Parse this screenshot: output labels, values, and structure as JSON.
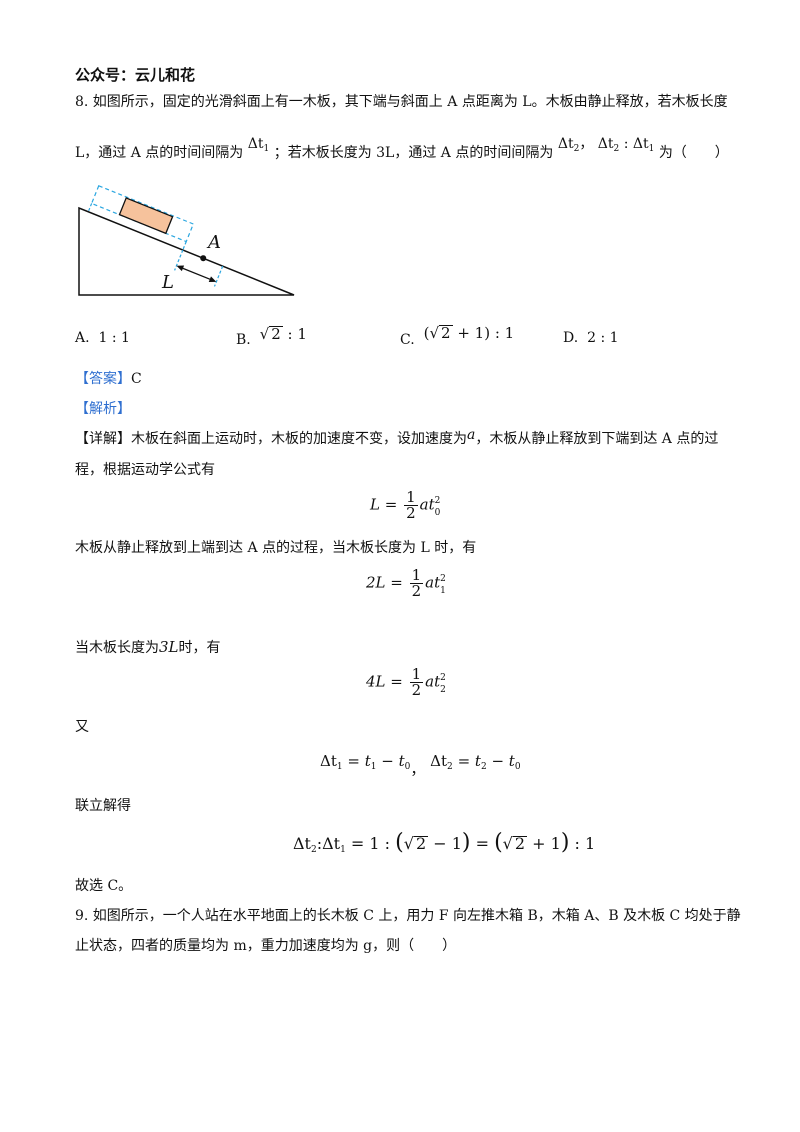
{
  "header": {
    "account": "公众号：云儿和花"
  },
  "q8": {
    "line1": "8. 如图所示，固定的光滑斜面上有一木板，其下端与斜面上 A 点距离为 L。木板由静止释放，若木板长度",
    "line2_a": "L，通过 A 点的时间间隔为",
    "line2_b": "；若木板长度为 3L，通过 A 点的时间间隔为",
    "line2_c": "为（　　）",
    "dt": "Δt",
    "sub1": "1",
    "sub2": "2",
    "ratio_colon": " : ",
    "figure": {
      "point_label": "A",
      "length_label": "L"
    },
    "options": {
      "a_label": "A.",
      "a_text": "1 : 1",
      "b_label": "B.",
      "b_root": "2",
      "b_rest": " : 1",
      "c_label": "C.",
      "c_open": "(",
      "c_root": "2",
      "c_rest": " + 1) : 1",
      "d_label": "D.",
      "d_text": "2 : 1"
    }
  },
  "answer": {
    "bracket_answer": "【答案】",
    "answer_value": "C",
    "bracket_analysis": "【解析】"
  },
  "detail": {
    "label": "【详解】",
    "line1": "木板在斜面上运动时，木板的加速度不变，设加速度为",
    "accel_symbol": "a",
    "line1_end": "，木板从静止释放到下端到达 A 点的过",
    "line2": "程，根据运动学公式有",
    "eq1_lhs": "L =",
    "frac_num": "1",
    "frac_den": "2",
    "eq_at": "at",
    "sub0": "0",
    "sq": "2",
    "line3": "木板从静止释放到上端到达 A 点的过程，当木板长度为 L 时，有",
    "eq2_lhs": "2L =",
    "line4_a": "当木板长度为",
    "line4_3L": "3L",
    "line4_b": "时，有",
    "eq3_lhs": "4L =",
    "also": "又",
    "eq4_a": "= t",
    "eq4_b": " − t",
    "eq4_sep": "，",
    "joint": "联立解得",
    "eq5_mid": " = 1 : ",
    "eq5_root": "2",
    "eq5_minus": " − 1",
    "eq5_eq": " = ",
    "eq5_plus": " + 1",
    "eq5_end": " : 1",
    "paren_open": "(",
    "paren_close": ")",
    "conclusion": "故选 C。"
  },
  "q9": {
    "line1": "9. 如图所示，一个人站在水平地面上的长木板 C 上，用力 F 向左推木箱 B，木箱 A、B 及木板 C 均处于静",
    "line2": "止状态，四者的质量均为 m，重力加速度均为 g，则（　　）"
  }
}
